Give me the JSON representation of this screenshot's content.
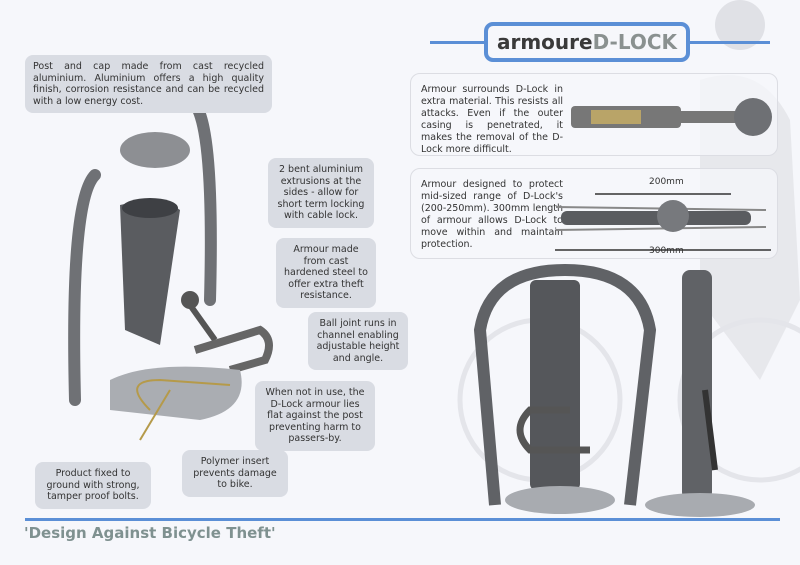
{
  "title": {
    "part1": "armoure",
    "part2": "D-LOCK"
  },
  "callouts": {
    "post": "Post and cap made from cast recycled aluminium. Aluminium offers a high quality finish, corrosion resistance and can be recycled with a low energy cost.",
    "bent": "2 bent aluminium extrusions at the sides - allow for short term locking with cable lock.",
    "armour": "Armour made from cast hardened steel to offer extra theft resistance.",
    "ball": "Ball joint runs in channel enabling adjustable height and angle.",
    "notuse": "When not in use, the D-Lock armour lies flat against the post preventing harm to passers-by.",
    "polymer": "Polymer insert prevents damage to bike.",
    "product": "Product fixed to ground with strong, tamper proof bolts."
  },
  "panels": {
    "surround": "Armour surrounds D-Lock in extra material. This resists all attacks. Even if the outer casing is penetrated, it makes the removal of the D-Lock more difficult.",
    "range": "Armour designed to protect mid-sized range of D-Lock's (200-250mm). 300mm length of armour allows D-Lock to move within and maintain protection.",
    "dim_inner": "200mm",
    "dim_outer": "300mm"
  },
  "tagline": "'Design Against Bicycle Theft'",
  "colors": {
    "accent": "#5b8fd6",
    "callout": "#d9dce3",
    "tagline": "#7f9190"
  }
}
